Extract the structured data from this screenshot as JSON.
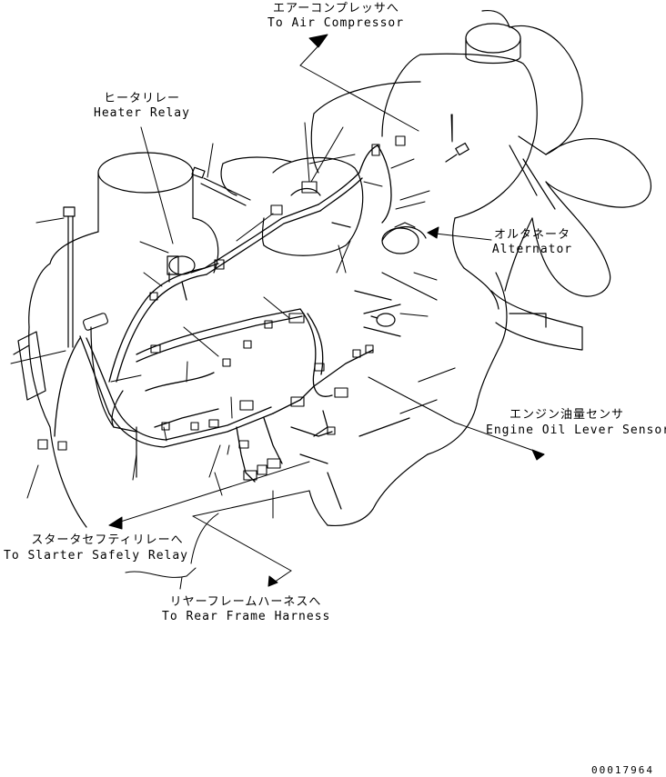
{
  "labels": {
    "air_compressor": {
      "jp": "エアーコンプレッサへ",
      "en": "To Air Compressor"
    },
    "heater_relay": {
      "jp": "ヒータリレー",
      "en": "Heater Relay"
    },
    "alternator": {
      "jp": "オルタネータ",
      "en": "Alternator"
    },
    "oil_sensor": {
      "jp": "エンジン油量センサ",
      "en": "Engine Oil Lever Sensor"
    },
    "starter_relay": {
      "jp": "スタータセフティリレーへ",
      "en": "To Slarter Safely Relay"
    },
    "rear_frame": {
      "jp": "リヤーフレームハーネスへ",
      "en": "To Rear Frame Harness"
    }
  },
  "part_number": "00017964"
}
